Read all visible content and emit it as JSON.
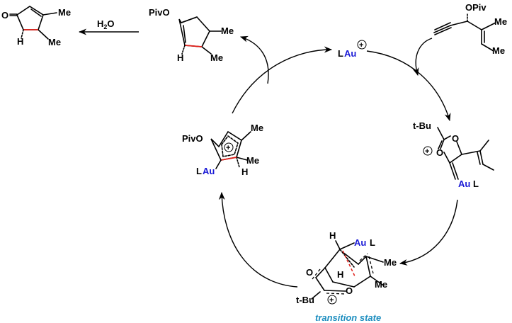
{
  "labels": {
    "product_O": "O",
    "product_Me1": "Me",
    "product_Me2": "Me",
    "product_H": "H",
    "water": "H",
    "water_sub": "2",
    "water_O": "O",
    "enol_PivO": "PivO",
    "enol_Me1": "Me",
    "enol_Me2": "Me",
    "enol_H": "H",
    "cat_L": "L",
    "cat_Au": "Au",
    "cat_charge": "+",
    "sm_OPiv": "OPiv",
    "sm_Me1": "Me",
    "sm_Me2": "Me",
    "ox_tBu": "t-Bu",
    "ox_O1": "O",
    "ox_O2": "O",
    "ox_charge": "+",
    "ox_Au": "Au",
    "ox_L": "L",
    "cp_PivO": "PivO",
    "cp_Me1": "Me",
    "cp_Me2": "Me",
    "cp_H": "H",
    "cp_charge": "+",
    "cp_L": "L",
    "cp_Au": "Au",
    "ts_H1": "H",
    "ts_Au": "Au",
    "ts_L": "L",
    "ts_Me1": "Me",
    "ts_Me2": "Me",
    "ts_H2": "H",
    "ts_O1": "O",
    "ts_O2": "O",
    "ts_tBu": "t-Bu",
    "ts_charge": "+",
    "ts_caption": "transition state"
  },
  "colors": {
    "gold": "#1a1ad6",
    "highlight_bond": "#e0201a",
    "caption": "#1f8fc0"
  }
}
